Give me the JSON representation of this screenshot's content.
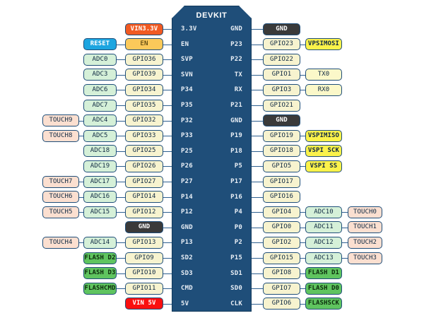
{
  "chip": {
    "title": "DEVKIT",
    "left_pins": [
      "3.3V",
      "EN",
      "SVP",
      "SVN",
      "P34",
      "P35",
      "P32",
      "P33",
      "P25",
      "P26",
      "P27",
      "P14",
      "P12",
      "GND",
      "P13",
      "SD2",
      "SD3",
      "CMD",
      "5V"
    ],
    "right_pins": [
      "GND",
      "P23",
      "P22",
      "TX",
      "RX",
      "P21",
      "GND",
      "P19",
      "P18",
      "P5",
      "P17",
      "P16",
      "P4",
      "P0",
      "P2",
      "P15",
      "SD1",
      "SD0",
      "CLK"
    ]
  },
  "colors": {
    "chip_body": "#1f4e79",
    "gpio": "#f7f3cf",
    "adc": "#d5f0d8",
    "touch": "#fbdfd0",
    "gnd": "#3a3a3a",
    "vin33": "#f15a22",
    "vin5": "#fa0f0f",
    "en": "#fbc95a",
    "reset": "#1ca5e0",
    "vspi": "#fbf24a",
    "uart": "#fbf8c9",
    "flash": "#5fc45f",
    "wire": "#2d5f8f",
    "background": "#ffffff"
  },
  "left_rows": [
    {
      "pin": "3.3V",
      "col2": {
        "text": "VIN3.3V",
        "type": "vin33"
      }
    },
    {
      "pin": "EN",
      "col2": {
        "text": "EN",
        "type": "en"
      },
      "col1": {
        "text": "RESET",
        "type": "reset"
      }
    },
    {
      "pin": "SVP",
      "col2": {
        "text": "GPIO36",
        "type": "gpio"
      },
      "col1": {
        "text": "ADC0",
        "type": "adc"
      }
    },
    {
      "pin": "SVN",
      "col2": {
        "text": "GPIO39",
        "type": "gpio"
      },
      "col1": {
        "text": "ADC3",
        "type": "adc"
      }
    },
    {
      "pin": "P34",
      "col2": {
        "text": "GPIO34",
        "type": "gpio"
      },
      "col1": {
        "text": "ADC6",
        "type": "adc"
      }
    },
    {
      "pin": "P35",
      "col2": {
        "text": "GPIO35",
        "type": "gpio"
      },
      "col1": {
        "text": "ADC7",
        "type": "adc"
      }
    },
    {
      "pin": "P32",
      "col2": {
        "text": "GPIO32",
        "type": "gpio"
      },
      "col1": {
        "text": "ADC4",
        "type": "adc"
      },
      "col0": {
        "text": "TOUCH9",
        "type": "touch"
      }
    },
    {
      "pin": "P33",
      "col2": {
        "text": "GPIO33",
        "type": "gpio"
      },
      "col1": {
        "text": "ADC5",
        "type": "adc"
      },
      "col0": {
        "text": "TOUCH8",
        "type": "touch"
      }
    },
    {
      "pin": "P25",
      "col2": {
        "text": "GPIO25",
        "type": "gpio"
      },
      "col1": {
        "text": "ADC18",
        "type": "adc"
      }
    },
    {
      "pin": "P26",
      "col2": {
        "text": "GPIO26",
        "type": "gpio"
      },
      "col1": {
        "text": "ADC19",
        "type": "adc"
      }
    },
    {
      "pin": "P27",
      "col2": {
        "text": "GPIO27",
        "type": "gpio"
      },
      "col1": {
        "text": "ADC17",
        "type": "adc"
      },
      "col0": {
        "text": "TOUCH7",
        "type": "touch"
      }
    },
    {
      "pin": "P14",
      "col2": {
        "text": "GPIO14",
        "type": "gpio"
      },
      "col1": {
        "text": "ADC16",
        "type": "adc"
      },
      "col0": {
        "text": "TOUCH6",
        "type": "touch"
      }
    },
    {
      "pin": "P12",
      "col2": {
        "text": "GPIO12",
        "type": "gpio"
      },
      "col1": {
        "text": "ADC15",
        "type": "adc"
      },
      "col0": {
        "text": "TOUCH5",
        "type": "touch"
      }
    },
    {
      "pin": "GND",
      "col2": {
        "text": "GND",
        "type": "gnd"
      }
    },
    {
      "pin": "P13",
      "col2": {
        "text": "GPIO13",
        "type": "gpio"
      },
      "col1": {
        "text": "ADC14",
        "type": "adc"
      },
      "col0": {
        "text": "TOUCH4",
        "type": "touch"
      }
    },
    {
      "pin": "SD2",
      "col2": {
        "text": "GPIO9",
        "type": "gpio"
      },
      "col1": {
        "text": "FLASH D2",
        "type": "flash"
      }
    },
    {
      "pin": "SD3",
      "col2": {
        "text": "GPIO10",
        "type": "gpio"
      },
      "col1": {
        "text": "FLASH D3",
        "type": "flash"
      }
    },
    {
      "pin": "CMD",
      "col2": {
        "text": "GPIO11",
        "type": "gpio"
      },
      "col1": {
        "text": "FLASHCMD",
        "type": "flash"
      }
    },
    {
      "pin": "5V",
      "col2": {
        "text": "VIN 5V",
        "type": "vin5"
      }
    }
  ],
  "right_rows": [
    {
      "pin": "GND",
      "col2": {
        "text": "GND",
        "type": "gnd"
      }
    },
    {
      "pin": "P23",
      "col2": {
        "text": "GPIO23",
        "type": "gpio"
      },
      "col3": {
        "text": "VPSIMOSI",
        "type": "vspi"
      }
    },
    {
      "pin": "P22",
      "col2": {
        "text": "GPIO22",
        "type": "gpio"
      }
    },
    {
      "pin": "TX",
      "col2": {
        "text": "GPIO1",
        "type": "gpio"
      },
      "col3": {
        "text": "TX0",
        "type": "uart"
      }
    },
    {
      "pin": "RX",
      "col2": {
        "text": "GPIO3",
        "type": "gpio"
      },
      "col3": {
        "text": "RX0",
        "type": "uart"
      }
    },
    {
      "pin": "P21",
      "col2": {
        "text": "GPIO21",
        "type": "gpio"
      }
    },
    {
      "pin": "GND",
      "col2": {
        "text": "GND",
        "type": "gnd"
      }
    },
    {
      "pin": "P19",
      "col2": {
        "text": "GPIO19",
        "type": "gpio"
      },
      "col3": {
        "text": "VSPIMISO",
        "type": "vspi"
      }
    },
    {
      "pin": "P18",
      "col2": {
        "text": "GPIO18",
        "type": "gpio"
      },
      "col3": {
        "text": "VSPI SCK",
        "type": "vspi"
      }
    },
    {
      "pin": "P5",
      "col2": {
        "text": "GPIO5",
        "type": "gpio"
      },
      "col3": {
        "text": "VSPI SS",
        "type": "vspi"
      }
    },
    {
      "pin": "P17",
      "col2": {
        "text": "GPIO17",
        "type": "gpio"
      }
    },
    {
      "pin": "P16",
      "col2": {
        "text": "GPIO16",
        "type": "gpio"
      }
    },
    {
      "pin": "P4",
      "col2": {
        "text": "GPIO4",
        "type": "gpio"
      },
      "col3": {
        "text": "ADC10",
        "type": "adc"
      },
      "col4": {
        "text": "TOUCH0",
        "type": "touch"
      }
    },
    {
      "pin": "P0",
      "col2": {
        "text": "GPIO0",
        "type": "gpio"
      },
      "col3": {
        "text": "ADC11",
        "type": "adc"
      },
      "col4": {
        "text": "TOUCH1",
        "type": "touch"
      }
    },
    {
      "pin": "P2",
      "col2": {
        "text": "GPIO2",
        "type": "gpio"
      },
      "col3": {
        "text": "ADC12",
        "type": "adc"
      },
      "col4": {
        "text": "TOUCH2",
        "type": "touch"
      }
    },
    {
      "pin": "P15",
      "col2": {
        "text": "GPIO15",
        "type": "gpio"
      },
      "col3": {
        "text": "ADC13",
        "type": "adc"
      },
      "col4": {
        "text": "TOUCH3",
        "type": "touch"
      }
    },
    {
      "pin": "SD1",
      "col2": {
        "text": "GPIO8",
        "type": "gpio"
      },
      "col3": {
        "text": "FLASH D1",
        "type": "flash"
      }
    },
    {
      "pin": "SD0",
      "col2": {
        "text": "GPIO7",
        "type": "gpio"
      },
      "col3": {
        "text": "FLASH D0",
        "type": "flash"
      }
    },
    {
      "pin": "CLK",
      "col2": {
        "text": "GPIO6",
        "type": "gpio"
      },
      "col3": {
        "text": "FLASHSCK",
        "type": "flash"
      }
    }
  ]
}
